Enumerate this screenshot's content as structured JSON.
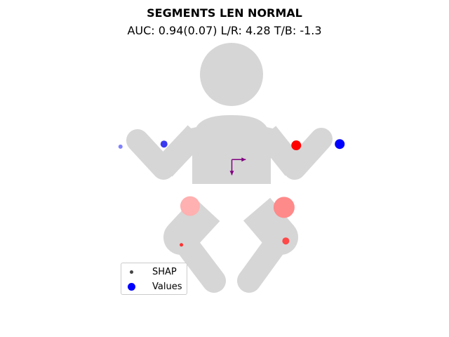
{
  "chart_data": {
    "type": "scatter",
    "title": "SEGMENTS LEN NORMAL",
    "subtitle": "AUC: 0.94(0.07) L/R: 4.28 T/B: -1.3",
    "legend": {
      "placement": "lower-left",
      "entries": [
        {
          "label": "SHAP",
          "color": "#444444"
        },
        {
          "label": "Values",
          "color": "#0000ff"
        }
      ]
    },
    "grid": false,
    "points": [
      {
        "segment": "left-hand",
        "x": -0.63,
        "y": 0.18,
        "size": 3,
        "color": "#8080ff"
      },
      {
        "segment": "left-elbow",
        "x": -0.38,
        "y": 0.2,
        "size": 5,
        "color": "#3a3af0"
      },
      {
        "segment": "right-elbow",
        "x": 0.38,
        "y": 0.19,
        "size": 7,
        "color": "#ff0000"
      },
      {
        "segment": "right-hand",
        "x": 0.63,
        "y": 0.2,
        "size": 7,
        "color": "#0000ff"
      },
      {
        "segment": "left-thigh",
        "x": -0.23,
        "y": -0.28,
        "size": 14,
        "color": "#ffb0b0"
      },
      {
        "segment": "right-thigh",
        "x": 0.31,
        "y": -0.29,
        "size": 15,
        "color": "#ff8a8a"
      },
      {
        "segment": "left-foot",
        "x": -0.28,
        "y": -0.58,
        "size": 2.5,
        "color": "#ff3030"
      },
      {
        "segment": "right-foot",
        "x": 0.32,
        "y": -0.55,
        "size": 5,
        "color": "#ff4848"
      }
    ],
    "arrows": [
      {
        "name": "lr-arrow",
        "x": [
          0.01,
          0.09
        ],
        "y": [
          0.08,
          0.08
        ],
        "color": "#800080"
      },
      {
        "name": "tb-arrow",
        "x": [
          0.01,
          0.01
        ],
        "y": [
          0.08,
          -0.04
        ],
        "color": "#800080"
      }
    ],
    "xlim": [
      -1.0,
      1.0
    ],
    "ylim": [
      -1.0,
      1.0
    ]
  }
}
